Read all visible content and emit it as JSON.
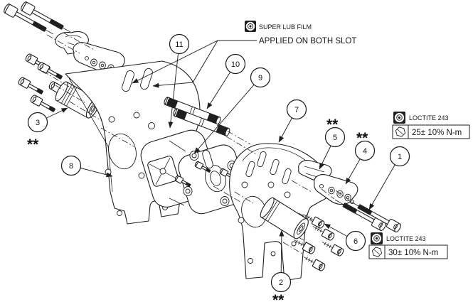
{
  "colors": {
    "ink": "#1f1f1f",
    "paper": "#ffffff"
  },
  "balloons": {
    "b1": "1",
    "b2": "2",
    "b3": "3",
    "b4": "4",
    "b5": "5",
    "b6": "6",
    "b7": "7",
    "b8": "8",
    "b9": "9",
    "b10": "10",
    "b11": "11"
  },
  "notes": {
    "lubricant": {
      "title": "SUPER LUB FILM",
      "instruction": "APPLIED ON BOTH SLOT"
    },
    "adhesive_upper": {
      "label": "LOCTITE 243",
      "torque": "25± 10% N-m"
    },
    "adhesive_lower": {
      "label": "LOCTITE 243",
      "torque": "30± 10% N-m"
    }
  },
  "markers": {
    "double_asterisk": "**"
  }
}
